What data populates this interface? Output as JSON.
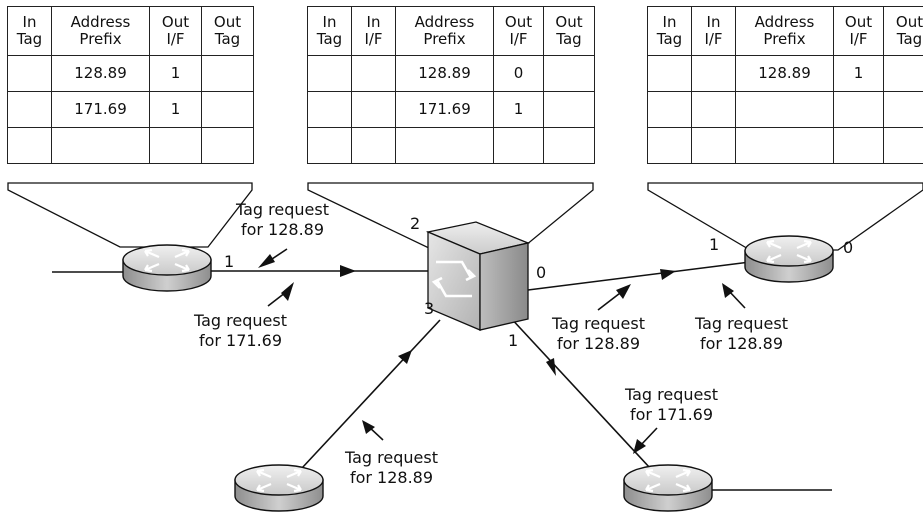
{
  "tables": [
    {
      "id": "left",
      "headers": [
        [
          "In",
          "Tag"
        ],
        [
          "Address",
          "Prefix"
        ],
        [
          "Out",
          "I/F"
        ],
        [
          "Out",
          "Tag"
        ]
      ],
      "rows": [
        [
          "",
          "128.89",
          "1",
          ""
        ],
        [
          "",
          "171.69",
          "1",
          ""
        ],
        [
          "",
          "",
          "",
          ""
        ]
      ]
    },
    {
      "id": "center",
      "headers": [
        [
          "In",
          "Tag"
        ],
        [
          "In",
          "I/F"
        ],
        [
          "Address",
          "Prefix"
        ],
        [
          "Out",
          "I/F"
        ],
        [
          "Out",
          "Tag"
        ]
      ],
      "rows": [
        [
          "",
          "",
          "128.89",
          "0",
          ""
        ],
        [
          "",
          "",
          "171.69",
          "1",
          ""
        ],
        [
          "",
          "",
          "",
          "",
          ""
        ]
      ]
    },
    {
      "id": "right",
      "headers": [
        [
          "In",
          "Tag"
        ],
        [
          "In",
          "I/F"
        ],
        [
          "Address",
          "Prefix"
        ],
        [
          "Out",
          "I/F"
        ],
        [
          "Out",
          "Tag"
        ]
      ],
      "rows": [
        [
          "",
          "",
          "128.89",
          "1",
          ""
        ],
        [
          "",
          "",
          "",
          "",
          ""
        ],
        [
          "",
          "",
          "",
          "",
          ""
        ]
      ]
    }
  ],
  "labels": {
    "left_tag_request_128": [
      "Tag request",
      "for 128.89"
    ],
    "left_tag_request_171": [
      "Tag request",
      "for 171.69"
    ],
    "center_out_tag_request_128": [
      "Tag request",
      "for 128.89"
    ],
    "right_in_tag_request_128": [
      "Tag request",
      "for 128.89"
    ],
    "bottom_right_tag_request_171": [
      "Tag request",
      "for 171.69"
    ],
    "bottom_left_tag_request_128": [
      "Tag request",
      "for 128.89"
    ]
  },
  "ports": {
    "left_router_port": "1",
    "switch_port_2": "2",
    "switch_port_0": "0",
    "switch_port_3": "3",
    "switch_port_1": "1",
    "right_router_in_port": "1",
    "right_router_out_port": "0"
  },
  "icons": {
    "router": "router-icon",
    "switch": "tag-switch-icon"
  },
  "colors": {
    "line": "#111111",
    "router_top": "#dcdcdc",
    "router_body": "#b4b4b4",
    "switch_face": "#c8c8c8"
  }
}
